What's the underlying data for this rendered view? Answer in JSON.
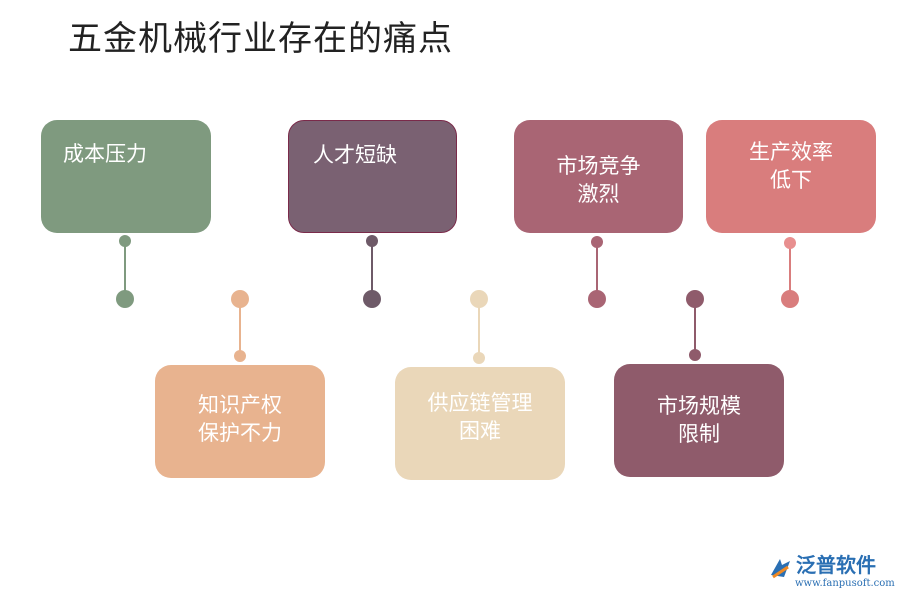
{
  "title": "五金机械行业存在的痛点",
  "nodes": [
    {
      "label": "成本压力",
      "color": "#7f9a7f"
    },
    {
      "label": "人才短缺",
      "color": "#7a6172"
    },
    {
      "label": "市场竞争\n激烈",
      "color": "#a96574"
    },
    {
      "label": "生产效率\n低下",
      "color": "#d97d7d"
    },
    {
      "label": "知识产权\n保护不力",
      "color": "#e8b38f"
    },
    {
      "label": "供应链管理\n困难",
      "color": "#ead7b9"
    },
    {
      "label": "市场规模\n限制",
      "color": "#8f5b6b"
    }
  ],
  "colors": {
    "line_start": "#22c55e",
    "line_mid": "#9fbf8a",
    "line_end": "#e8b896"
  },
  "logo": {
    "name": "泛普软件",
    "url": "www.fanpusoft.com"
  }
}
